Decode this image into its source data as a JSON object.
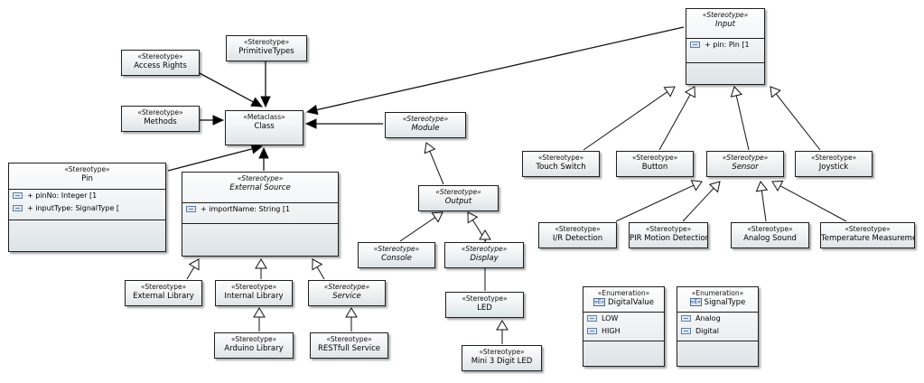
{
  "diagram": {
    "classes": [
      {
        "id": "input",
        "stereotype": "«Stereotype»",
        "name": "Input",
        "abstract": true,
        "attributes": [
          "+ pin: Pin [1"
        ]
      },
      {
        "id": "access-rights",
        "stereotype": "«Stereotype»",
        "name": "Access Rights"
      },
      {
        "id": "primitive-types",
        "stereotype": "«Stereotype»",
        "name": "PrimitiveTypes"
      },
      {
        "id": "methods",
        "stereotype": "«Stereotype»",
        "name": "Methods"
      },
      {
        "id": "class",
        "stereotype": "«Metaclass»",
        "name": "Class"
      },
      {
        "id": "module",
        "stereotype": "«Stereotype»",
        "name": "Module",
        "abstract": true
      },
      {
        "id": "pin",
        "stereotype": "«Stereotype»",
        "name": "Pin",
        "attributes": [
          "+ pinNo: Integer [1",
          "+ inputType: SignalType ["
        ]
      },
      {
        "id": "external-source",
        "stereotype": "«Stereotype»",
        "name": "External Source",
        "abstract": true,
        "attributes": [
          "+ importName: String [1"
        ]
      },
      {
        "id": "output",
        "stereotype": "«Stereotype»",
        "name": "Output",
        "abstract": true
      },
      {
        "id": "touch-switch",
        "stereotype": "«Stereotype»",
        "name": "Touch Switch"
      },
      {
        "id": "button",
        "stereotype": "«Stereotype»",
        "name": "Button"
      },
      {
        "id": "sensor",
        "stereotype": "«Stereotype»",
        "name": "Sensor",
        "abstract": true
      },
      {
        "id": "joystick",
        "stereotype": "«Stereotype»",
        "name": "Joystick"
      },
      {
        "id": "ir-detection",
        "stereotype": "«Stereotype»",
        "name": "I/R Detection"
      },
      {
        "id": "pir-motion-detection",
        "stereotype": "«Stereotype»",
        "name": "PIR Motion Detection"
      },
      {
        "id": "analog-sound",
        "stereotype": "«Stereotype»",
        "name": "Analog Sound"
      },
      {
        "id": "temperature-measurement",
        "stereotype": "«Stereotype»",
        "name": "Temperature Measurement"
      },
      {
        "id": "console",
        "stereotype": "«Stereotype»",
        "name": "Console",
        "abstract": true
      },
      {
        "id": "display",
        "stereotype": "«Stereotype»",
        "name": "Display",
        "abstract": true
      },
      {
        "id": "external-library",
        "stereotype": "«Stereotype»",
        "name": "External Library"
      },
      {
        "id": "internal-library",
        "stereotype": "«Stereotype»",
        "name": "Internal Library"
      },
      {
        "id": "service",
        "stereotype": "«Stereotype»",
        "name": "Service",
        "abstract": true
      },
      {
        "id": "led",
        "stereotype": "«Stereotype»",
        "name": "LED"
      },
      {
        "id": "digital-value",
        "stereotype": "«Enumeration»",
        "name": "DigitalValue",
        "enum": true,
        "literals": [
          "LOW",
          "HIGH"
        ]
      },
      {
        "id": "signal-type",
        "stereotype": "«Enumeration»",
        "name": "SignalType",
        "enum": true,
        "literals": [
          "Analog",
          "Digital"
        ]
      },
      {
        "id": "arduino-library",
        "stereotype": "«Stereotype»",
        "name": "Arduino Library"
      },
      {
        "id": "restfull-service",
        "stereotype": "«Stereotype»",
        "name": "RESTfull Service"
      },
      {
        "id": "mini-3-digit-led",
        "stereotype": "«Stereotype»",
        "name": "Mini 3 Digit LED"
      }
    ],
    "relationships": [
      {
        "type": "extension",
        "from": "access-rights",
        "to": "class"
      },
      {
        "type": "extension",
        "from": "primitive-types",
        "to": "class"
      },
      {
        "type": "extension",
        "from": "methods",
        "to": "class"
      },
      {
        "type": "extension",
        "from": "pin",
        "to": "class"
      },
      {
        "type": "extension",
        "from": "external-source",
        "to": "class"
      },
      {
        "type": "extension",
        "from": "module",
        "to": "class"
      },
      {
        "type": "extension",
        "from": "input",
        "to": "class"
      },
      {
        "type": "generalization",
        "from": "touch-switch",
        "to": "input"
      },
      {
        "type": "generalization",
        "from": "button",
        "to": "input"
      },
      {
        "type": "generalization",
        "from": "sensor",
        "to": "input"
      },
      {
        "type": "generalization",
        "from": "joystick",
        "to": "input"
      },
      {
        "type": "generalization",
        "from": "ir-detection",
        "to": "sensor"
      },
      {
        "type": "generalization",
        "from": "pir-motion-detection",
        "to": "sensor"
      },
      {
        "type": "generalization",
        "from": "analog-sound",
        "to": "sensor"
      },
      {
        "type": "generalization",
        "from": "temperature-measurement",
        "to": "sensor"
      },
      {
        "type": "generalization",
        "from": "output",
        "to": "module"
      },
      {
        "type": "generalization",
        "from": "console",
        "to": "output"
      },
      {
        "type": "generalization",
        "from": "display",
        "to": "output"
      },
      {
        "type": "generalization",
        "from": "led",
        "to": "display"
      },
      {
        "type": "generalization",
        "from": "mini-3-digit-led",
        "to": "led"
      },
      {
        "type": "generalization",
        "from": "external-library",
        "to": "external-source"
      },
      {
        "type": "generalization",
        "from": "internal-library",
        "to": "external-source"
      },
      {
        "type": "generalization",
        "from": "service",
        "to": "external-source"
      },
      {
        "type": "generalization",
        "from": "arduino-library",
        "to": "internal-library"
      },
      {
        "type": "generalization",
        "from": "restfull-service",
        "to": "service"
      }
    ]
  }
}
